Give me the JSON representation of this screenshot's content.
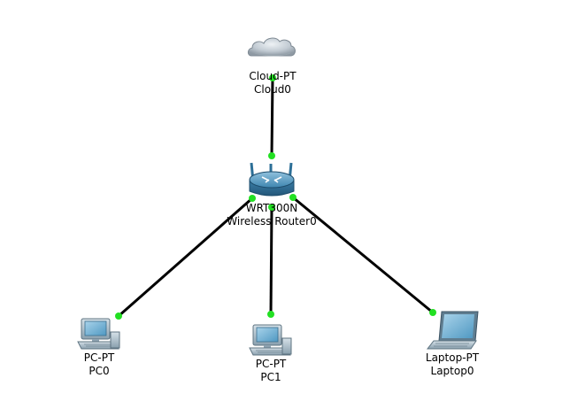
{
  "topology": {
    "devices": [
      {
        "id": "cloud0",
        "icon": "cloud-icon",
        "model": "Cloud-PT",
        "name": "Cloud0"
      },
      {
        "id": "router0",
        "icon": "wireless-router-icon",
        "model": "WRT300N",
        "name": "Wireless Router0"
      },
      {
        "id": "pc0",
        "icon": "desktop-pc-icon",
        "model": "PC-PT",
        "name": "PC0"
      },
      {
        "id": "pc1",
        "icon": "desktop-pc-icon",
        "model": "PC-PT",
        "name": "PC1"
      },
      {
        "id": "laptop0",
        "icon": "laptop-icon",
        "model": "Laptop-PT",
        "name": "Laptop0"
      }
    ],
    "links": [
      {
        "from": "cloud0",
        "to": "router0",
        "status": "up"
      },
      {
        "from": "router0",
        "to": "pc0",
        "status": "up"
      },
      {
        "from": "router0",
        "to": "pc1",
        "status": "up"
      },
      {
        "from": "router0",
        "to": "laptop0",
        "status": "up"
      }
    ]
  },
  "colors": {
    "link": "#000000",
    "link_up_indicator": "#22e022",
    "device_blue": "#3f8fb8",
    "cloud": "#b9c3cc"
  }
}
